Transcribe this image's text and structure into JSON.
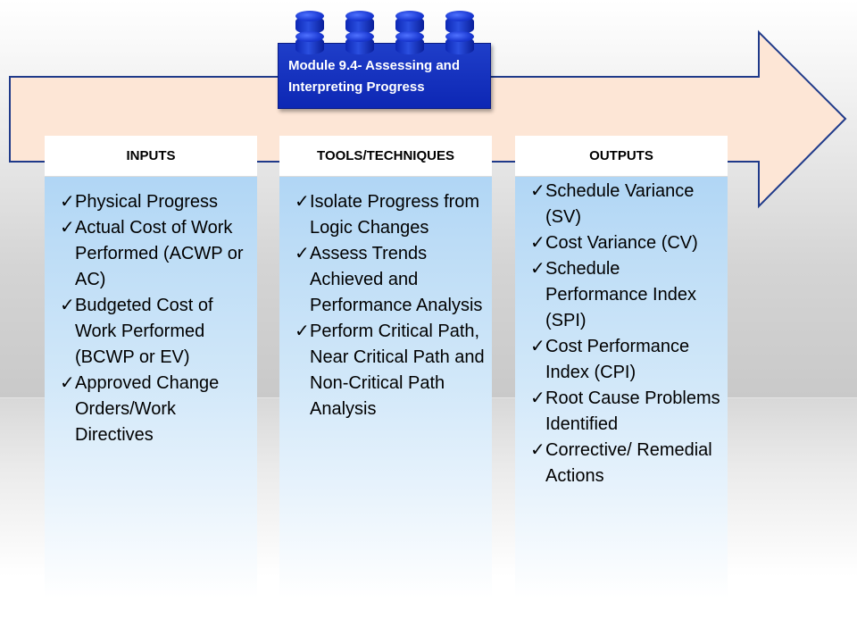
{
  "module_title": "Module 9.4- Assessing and Interpreting Progress",
  "check_glyph": "✓",
  "colors": {
    "arrow_fill": "#fde6d6",
    "arrow_stroke": "#1f3a8a",
    "lego_blue": "#0d27b4",
    "column_top": "#a9d2f4"
  },
  "columns": [
    {
      "header": "INPUTS",
      "items": [
        "Physical Progress",
        "Actual Cost of Work Performed (ACWP or AC)",
        "Budgeted Cost of Work Performed (BCWP or EV)",
        "Approved Change Orders/Work Directives"
      ]
    },
    {
      "header": "TOOLS/TECHNIQUES",
      "items": [
        "Isolate Progress from Logic Changes",
        "Assess Trends Achieved and Performance Analysis",
        "Perform Critical Path, Near Critical Path and Non-Critical Path Analysis"
      ]
    },
    {
      "header": "OUTPUTS",
      "items": [
        "Schedule Variance (SV)",
        "Cost Variance (CV)",
        "Schedule Performance Index (SPI)",
        "Cost Performance Index (CPI)",
        "Root Cause Problems Identified",
        "Corrective/ Remedial Actions"
      ]
    }
  ]
}
